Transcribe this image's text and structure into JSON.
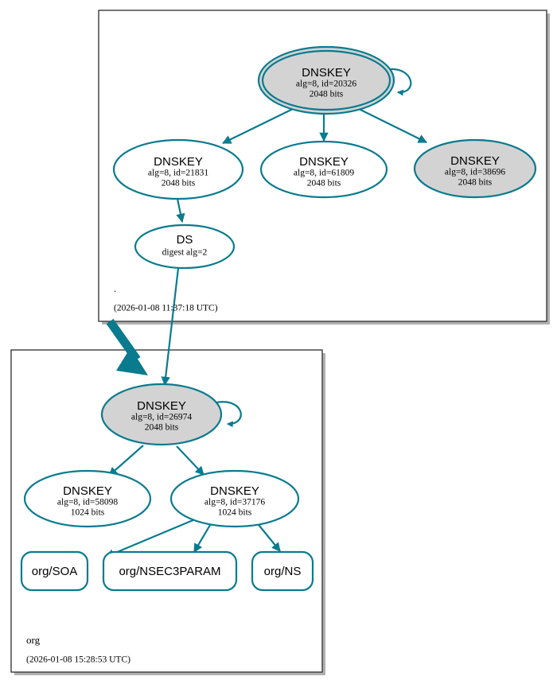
{
  "diagram": {
    "type": "dnssec-authentication-chain",
    "colors": {
      "edge": "#0a7b8e",
      "node_stroke": "#0a7b8e",
      "secure_fill": "#d3d3d3",
      "plain_fill": "#ffffff",
      "zone_border": "#3a3a3a",
      "zone_shadow": "#b0b0b0",
      "text": "#000000"
    }
  },
  "zones": [
    {
      "id": "root",
      "name": ".",
      "timestamp": "(2026-01-08 11:37:18 UTC)",
      "nodes": [
        {
          "id": "root-ksk-20326",
          "kind": "DNSKEY",
          "title": "DNSKEY",
          "line2": "alg=8, id=20326",
          "line3": "2048 bits",
          "alg": 8,
          "key_id": 20326,
          "key_size": "2048 bits",
          "trust_anchor": true,
          "secure": true,
          "self_signed": true
        },
        {
          "id": "root-zsk-21831",
          "kind": "DNSKEY",
          "title": "DNSKEY",
          "line2": "alg=8, id=21831",
          "line3": "2048 bits",
          "alg": 8,
          "key_id": 21831,
          "key_size": "2048 bits",
          "trust_anchor": false,
          "secure": false,
          "self_signed": false
        },
        {
          "id": "root-zsk-61809",
          "kind": "DNSKEY",
          "title": "DNSKEY",
          "line2": "alg=8, id=61809",
          "line3": "2048 bits",
          "alg": 8,
          "key_id": 61809,
          "key_size": "2048 bits",
          "trust_anchor": false,
          "secure": false,
          "self_signed": false
        },
        {
          "id": "root-ksk-38696",
          "kind": "DNSKEY",
          "title": "DNSKEY",
          "line2": "alg=8, id=38696",
          "line3": "2048 bits",
          "alg": 8,
          "key_id": 38696,
          "key_size": "2048 bits",
          "trust_anchor": false,
          "secure": true,
          "self_signed": false
        },
        {
          "id": "ds-org",
          "kind": "DS",
          "title": "DS",
          "line2": "digest alg=2",
          "line3": "",
          "secure": false
        }
      ]
    },
    {
      "id": "org",
      "name": "org",
      "timestamp": "(2026-01-08 15:28:53 UTC)",
      "nodes": [
        {
          "id": "org-ksk-26974",
          "kind": "DNSKEY",
          "title": "DNSKEY",
          "line2": "alg=8, id=26974",
          "line3": "2048 bits",
          "alg": 8,
          "key_id": 26974,
          "key_size": "2048 bits",
          "trust_anchor": false,
          "secure": true,
          "self_signed": true
        },
        {
          "id": "org-zsk-58098",
          "kind": "DNSKEY",
          "title": "DNSKEY",
          "line2": "alg=8, id=58098",
          "line3": "1024 bits",
          "alg": 8,
          "key_id": 58098,
          "key_size": "1024 bits",
          "trust_anchor": false,
          "secure": false,
          "self_signed": false
        },
        {
          "id": "org-zsk-37176",
          "kind": "DNSKEY",
          "title": "DNSKEY",
          "line2": "alg=8, id=37176",
          "line3": "1024 bits",
          "alg": 8,
          "key_id": 37176,
          "key_size": "1024 bits",
          "trust_anchor": false,
          "secure": false,
          "self_signed": false
        },
        {
          "id": "rr-org-soa",
          "kind": "RRset",
          "title": "org/SOA"
        },
        {
          "id": "rr-org-nsec3param",
          "kind": "RRset",
          "title": "org/NSEC3PARAM"
        },
        {
          "id": "rr-org-ns",
          "kind": "RRset",
          "title": "org/NS"
        }
      ]
    }
  ],
  "edges": [
    {
      "from": "root-ksk-20326",
      "to": "root-ksk-20326",
      "style": "self-loop"
    },
    {
      "from": "root-ksk-20326",
      "to": "root-zsk-21831",
      "style": "solid"
    },
    {
      "from": "root-ksk-20326",
      "to": "root-zsk-61809",
      "style": "solid"
    },
    {
      "from": "root-ksk-20326",
      "to": "root-ksk-38696",
      "style": "solid"
    },
    {
      "from": "root-zsk-21831",
      "to": "ds-org",
      "style": "solid"
    },
    {
      "from": "ds-org",
      "to": "org-ksk-26974",
      "style": "solid"
    },
    {
      "from": "root",
      "to": "org",
      "style": "zone-delegation-thick"
    },
    {
      "from": "org-ksk-26974",
      "to": "org-ksk-26974",
      "style": "self-loop"
    },
    {
      "from": "org-ksk-26974",
      "to": "org-zsk-58098",
      "style": "solid"
    },
    {
      "from": "org-ksk-26974",
      "to": "org-zsk-37176",
      "style": "solid"
    },
    {
      "from": "org-zsk-37176",
      "to": "rr-org-soa",
      "style": "solid"
    },
    {
      "from": "org-zsk-37176",
      "to": "rr-org-nsec3param",
      "style": "solid"
    },
    {
      "from": "org-zsk-37176",
      "to": "rr-org-ns",
      "style": "solid"
    }
  ]
}
